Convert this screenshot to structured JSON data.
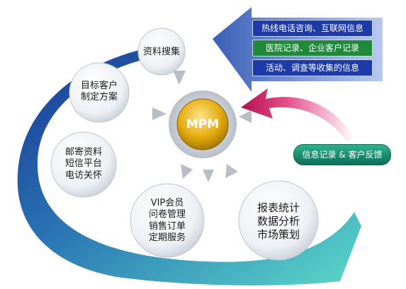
{
  "center": {
    "label": "MPM",
    "color": "#e8b30e"
  },
  "source_boxes": [
    {
      "label": "热线电话咨询、互联网信息",
      "color": "#1e3aa8"
    },
    {
      "label": "医院记录、企业客户记录",
      "color": "#1f8a3a"
    },
    {
      "label": "活动、调查等收集的信息",
      "color": "#1e3aa8"
    }
  ],
  "feedback": {
    "label": "信息记录 & 客户反馈"
  },
  "stages": [
    {
      "lines": [
        "资料搜集"
      ]
    },
    {
      "lines": [
        "目标客户",
        "制定方案"
      ]
    },
    {
      "lines": [
        "邮寄资料",
        "短信平台",
        "电访关怀"
      ]
    },
    {
      "lines": [
        "VIP会员",
        "问卷管理",
        "销售订单",
        "定期服务"
      ]
    },
    {
      "lines": [
        "报表统计",
        "数据分析",
        "市场策划"
      ]
    }
  ],
  "colors": {
    "spiral_dark": "#0d2a8f",
    "spiral_light": "#3ec2b6",
    "arrow_blue": "#5a7fd0",
    "feedback_arrow": "#c8175a"
  }
}
